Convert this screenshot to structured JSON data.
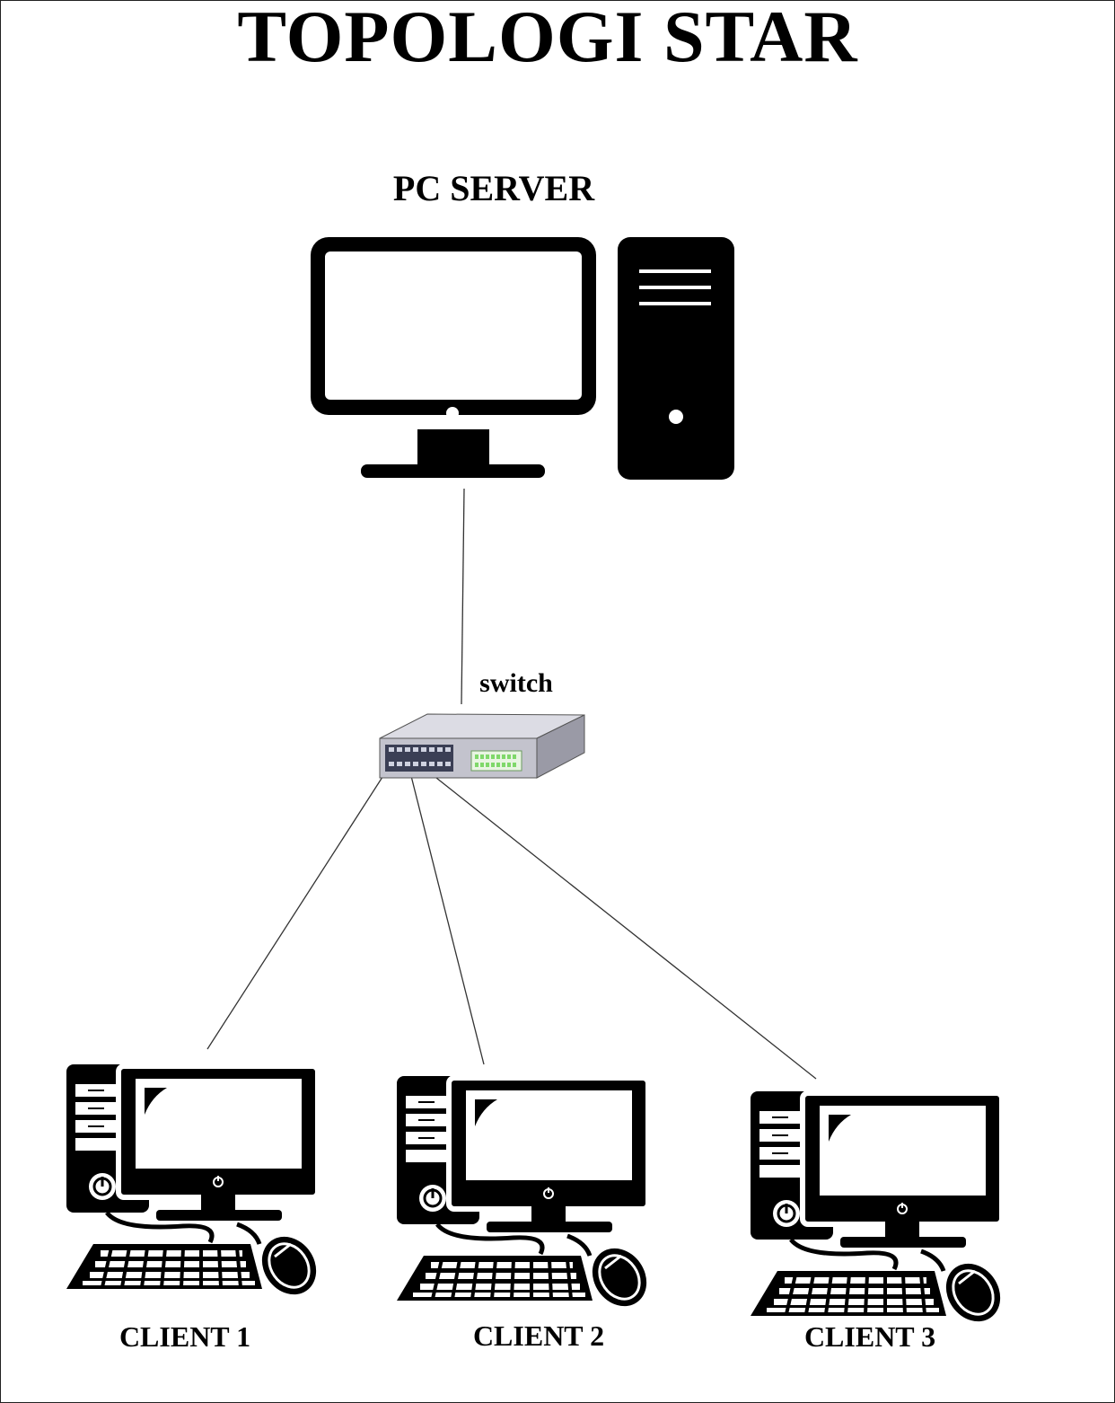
{
  "title": "TOPOLOGI STAR",
  "nodes": {
    "server": {
      "label": "PC SERVER",
      "icon": "desktop-computer-icon"
    },
    "switch": {
      "label": "switch",
      "icon": "network-switch-icon"
    },
    "clients": [
      {
        "label": "CLIENT 1",
        "icon": "workstation-icon"
      },
      {
        "label": "CLIENT 2",
        "icon": "workstation-icon"
      },
      {
        "label": "CLIENT 3",
        "icon": "workstation-icon"
      }
    ]
  },
  "links": [
    {
      "from": "PC SERVER",
      "to": "switch"
    },
    {
      "from": "switch",
      "to": "CLIENT 1"
    },
    {
      "from": "switch",
      "to": "CLIENT 2"
    },
    {
      "from": "switch",
      "to": "CLIENT 3"
    }
  ],
  "colors": {
    "icon": "#000000",
    "line": "#333333",
    "switch_body": "#c9c9d1",
    "switch_leds": "#7fd86a"
  }
}
